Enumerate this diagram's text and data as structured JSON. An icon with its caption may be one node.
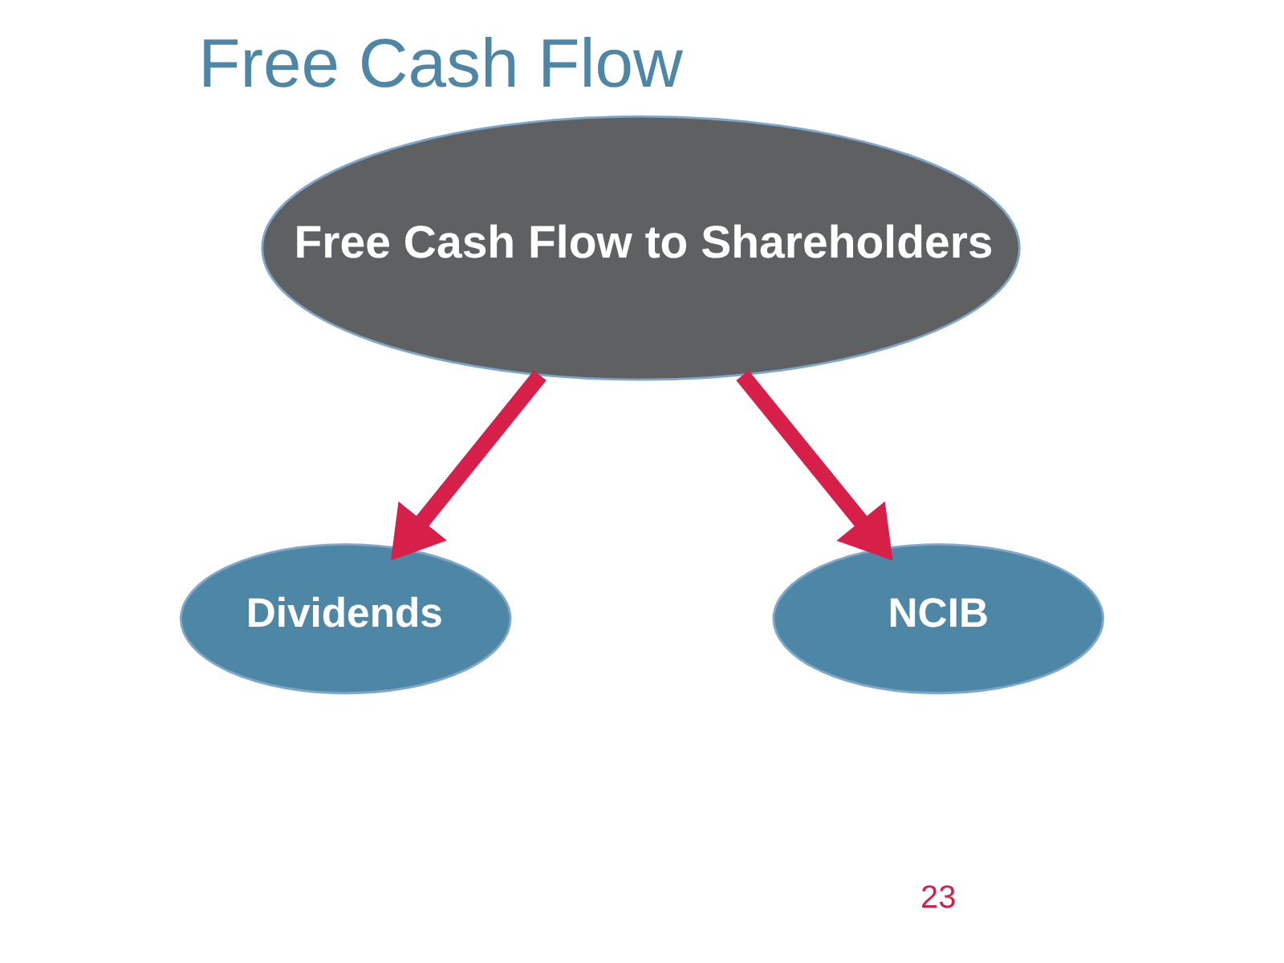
{
  "diagram": {
    "title": "Free Cash Flow",
    "nodes": [
      {
        "text": [
          "Free Cash Flow to Shareholders"
        ]
      },
      {
        "text": [
          "Dividends"
        ]
      },
      {
        "text": [
          "NCIB"
        ]
      }
    ],
    "edges": [
      {
        "from": 0,
        "to": 1,
        "arrow": "to"
      },
      {
        "from": 0,
        "to": 2,
        "arrow": "to"
      }
    ],
    "labels": [
      "23"
    ]
  }
}
